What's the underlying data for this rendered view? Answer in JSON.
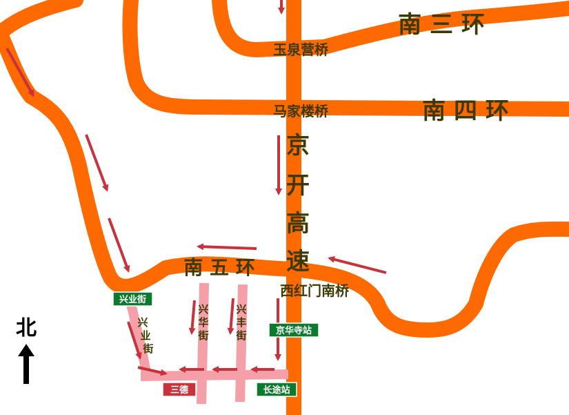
{
  "colors": {
    "background": "#ffffff",
    "ring_road": "#ff6a00",
    "local_street": "#f5a0a8",
    "arrow": "#c8323c",
    "station_sign": "#0b7a2e",
    "destination_sign": "#c8323c",
    "label_text": "#3d3a00",
    "compass": "#000000"
  },
  "roads": {
    "ring3": "南 三 环",
    "ring4": "南 四 环",
    "ring5": "南 五 环",
    "expressway": [
      "京",
      "开",
      "高",
      "速"
    ]
  },
  "bridges": {
    "yuquanying": "玉泉营桥",
    "majialou": "马家楼桥",
    "xihongmen_south": "西红门南桥"
  },
  "streets": {
    "xingye": [
      "兴",
      "业",
      "街"
    ],
    "xinghua": [
      "兴",
      "华",
      "街"
    ],
    "xingfeng": [
      "兴",
      "丰",
      "街"
    ]
  },
  "stops": {
    "xingye_jie": "兴业街",
    "jinghuasi": "京华寺站",
    "changtu": "长途站"
  },
  "destination": "三德",
  "compass": {
    "label": "北",
    "icon": "north-arrow-icon"
  }
}
